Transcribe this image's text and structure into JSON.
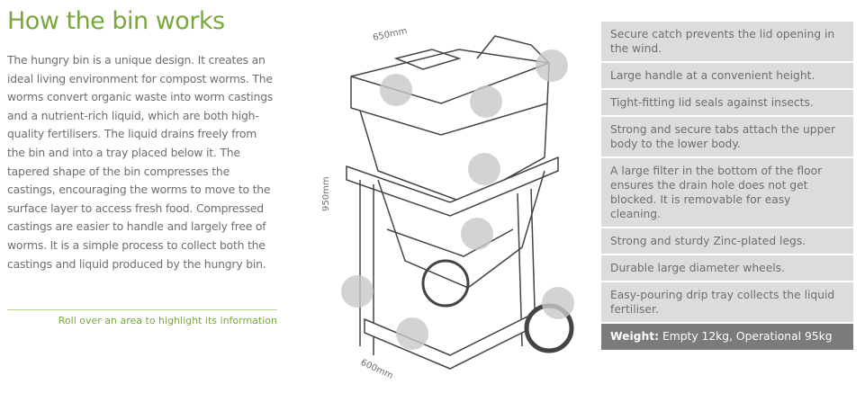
{
  "title": "How the bin works",
  "intro": "The hungry bin is a unique design. It creates an ideal living environment for compost worms. The worms convert organic waste into worm castings and a nutrient-rich liquid, which are both high-quality fertilisers. The liquid drains freely from the bin and into a tray placed below it. The tapered shape of the bin compresses the castings, encouraging the worms to move to the surface layer to access fresh food. Compressed castings are easier to handle and largely free of worms. It is a simple process to collect both the castings and liquid produced by the hungry bin.",
  "hint": "Roll over an area to highlight its information",
  "dimensions": {
    "width": "650mm",
    "height": "950mm",
    "depth": "600mm"
  },
  "features": [
    "Secure catch prevents the lid opening in the wind.",
    "Large handle at a convenient height.",
    "Tight-fitting lid seals against insects.",
    "Strong and secure tabs attach the upper body to the lower body.",
    "A large filter in the bottom of the floor ensures the drain hole does not get blocked. It is removable for easy cleaning.",
    "Strong and sturdy Zinc-plated legs.",
    "Durable large diameter wheels.",
    "Easy-pouring drip tray collects the liquid fertiliser."
  ],
  "weight": {
    "label": "Weight:",
    "value": " Empty 12kg, Operational 95kg"
  }
}
